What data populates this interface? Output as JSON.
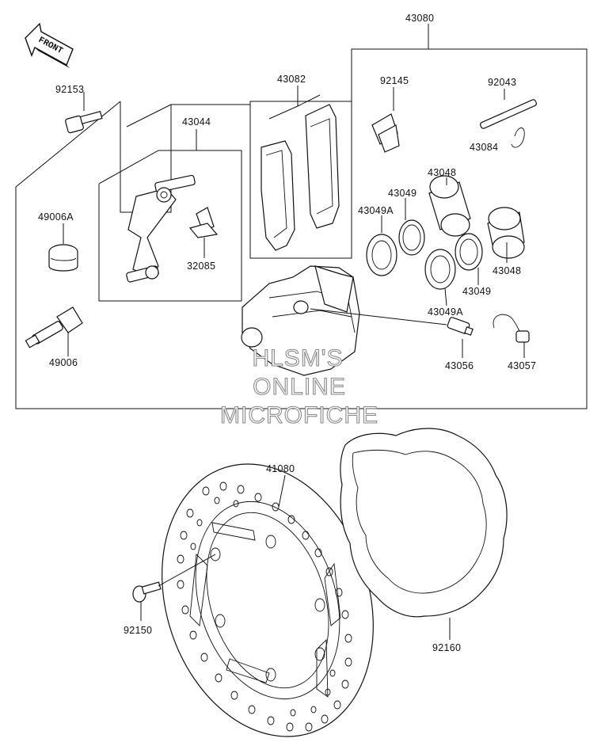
{
  "front_arrow_label": "FRONT",
  "callouts": {
    "c43080": "43080",
    "c92153": "92153",
    "c43044": "43044",
    "c43082": "43082",
    "c92145": "92145",
    "c92043": "92043",
    "c43084": "43084",
    "c43048_top": "43048",
    "c43049_top": "43049",
    "c43049A_left": "43049A",
    "c49006A": "49006A",
    "c32085": "32085",
    "c43048_right": "43048",
    "c43049_right": "43049",
    "c43049A_mid": "43049A",
    "c49006": "49006",
    "c43056": "43056",
    "c43057": "43057",
    "c41080": "41080",
    "c92150": "92150",
    "c92160": "92160"
  },
  "watermark": {
    "line1": "HLSM'S",
    "line2": "ONLINE",
    "line3": "MICROFICHE"
  }
}
